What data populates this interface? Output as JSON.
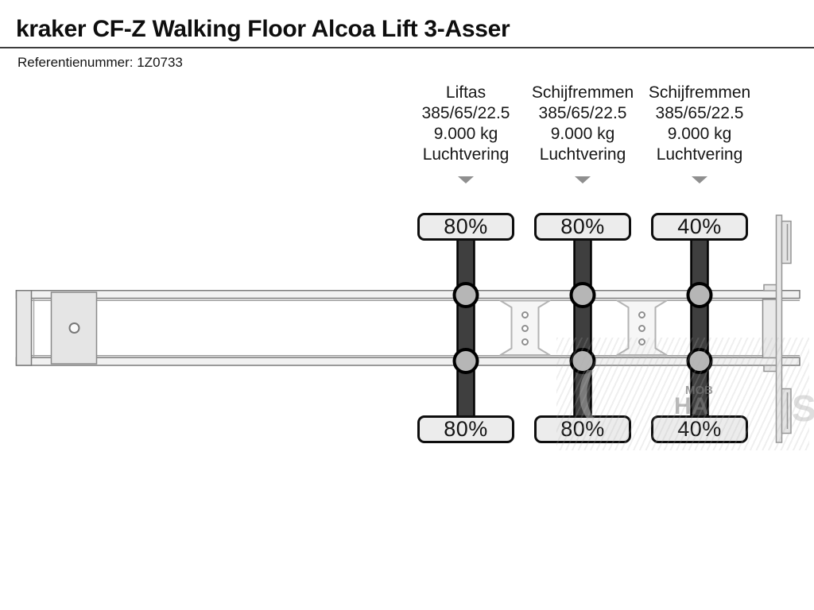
{
  "header": {
    "title": "kraker CF-Z Walking Floor Alcoa Lift 3-Asser",
    "reference": "Referentienummer: 1Z0733"
  },
  "axles": [
    {
      "type": "Liftas",
      "tyre_size": "385/65/22.5",
      "capacity": "9.000 kg",
      "suspension": "Luchtvering",
      "tread_top": "80%",
      "tread_bottom": "80%"
    },
    {
      "type": "Schijfremmen",
      "tyre_size": "385/65/22.5",
      "capacity": "9.000 kg",
      "suspension": "Luchtvering",
      "tread_top": "80%",
      "tread_bottom": "80%"
    },
    {
      "type": "Schijfremmen",
      "tyre_size": "385/65/22.5",
      "capacity": "9.000 kg",
      "suspension": "Luchtvering",
      "tread_top": "40%",
      "tread_bottom": "40%"
    }
  ],
  "watermark": {
    "fragment_arc": "(",
    "fragment_small": "МОВ",
    "fragment_large": "НА",
    "fragment_edge": "S"
  },
  "colors": {
    "badge_fill": "#ececec",
    "badge_border": "#0d0d0d",
    "axle_bar": "#3f3f3f",
    "hub_fill": "#b6b6b6",
    "rail_fill": "#f1f1f1",
    "outline": "#7a7a7a"
  }
}
